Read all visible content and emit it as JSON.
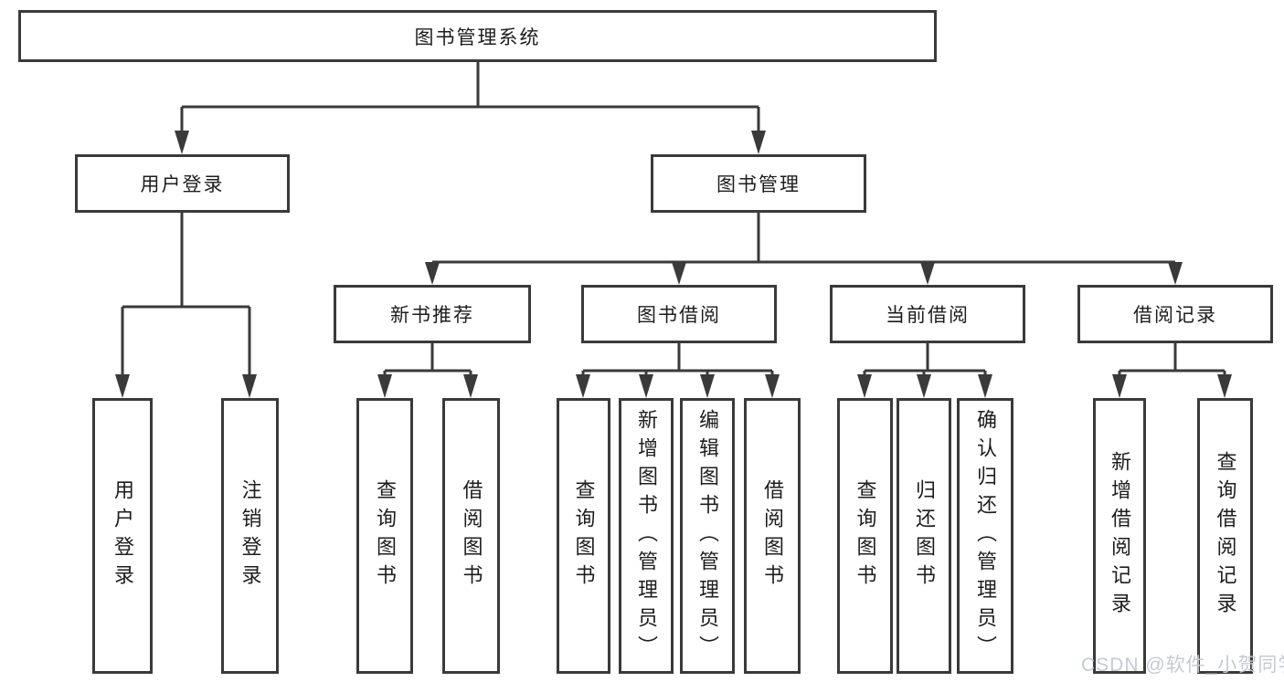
{
  "palette": {
    "line": "#3a3a3a",
    "text": "#1d1d1d",
    "node_background": "#ffffff",
    "watermark": "#c6cad3",
    "page_background": "#ffffff"
  },
  "tree": {
    "root": {
      "label": "图书管理系统"
    },
    "branches": [
      {
        "label": "用户登录",
        "children": [
          {
            "label": "用户登录"
          },
          {
            "label": "注销登录"
          }
        ]
      },
      {
        "label": "图书管理",
        "children": [
          {
            "label": "新书推荐",
            "children": [
              {
                "label": "查询图书"
              },
              {
                "label": "借阅图书"
              }
            ]
          },
          {
            "label": "图书借阅",
            "children": [
              {
                "label": "查询图书"
              },
              {
                "label": "新增图书（管理员）"
              },
              {
                "label": "编辑图书（管理员）"
              },
              {
                "label": "借阅图书"
              }
            ]
          },
          {
            "label": "当前借阅",
            "children": [
              {
                "label": "查询图书"
              },
              {
                "label": "归还图书"
              },
              {
                "label": "确认归还（管理员）"
              }
            ]
          },
          {
            "label": "借阅记录",
            "children": [
              {
                "label": "新增借阅记录"
              },
              {
                "label": "查询借阅记录"
              }
            ]
          }
        ]
      }
    ]
  },
  "watermark": {
    "text": "CSDN @软件_小贺同学"
  }
}
